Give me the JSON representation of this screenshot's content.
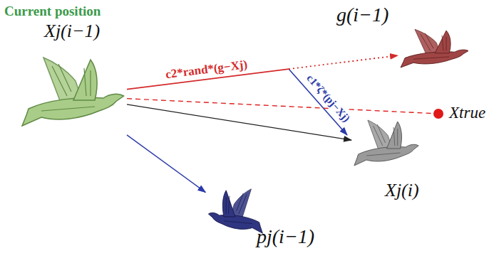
{
  "diagram": {
    "nodes": [
      {
        "text": [
          "Current position",
          "Xj(i−1)"
        ]
      },
      {
        "text": [
          "g(i−1)"
        ]
      },
      {
        "text": [
          "Xj(i)"
        ]
      },
      {
        "text": [
          "pj(i−1)"
        ]
      },
      {
        "text": [
          "Xtrue"
        ]
      }
    ],
    "edges": [
      {
        "from": 0,
        "to": 1,
        "arrow": "to",
        "label": "c2*rand*(g−Xj)"
      },
      {
        "from": 0,
        "to": 2,
        "arrow": "to"
      },
      {
        "from": 0,
        "to": 3,
        "arrow": "to"
      },
      {
        "from": 0,
        "to": 4,
        "arrow": "none"
      }
    ],
    "labels": [
      "c1*ζ*(pj−Xj)"
    ]
  }
}
